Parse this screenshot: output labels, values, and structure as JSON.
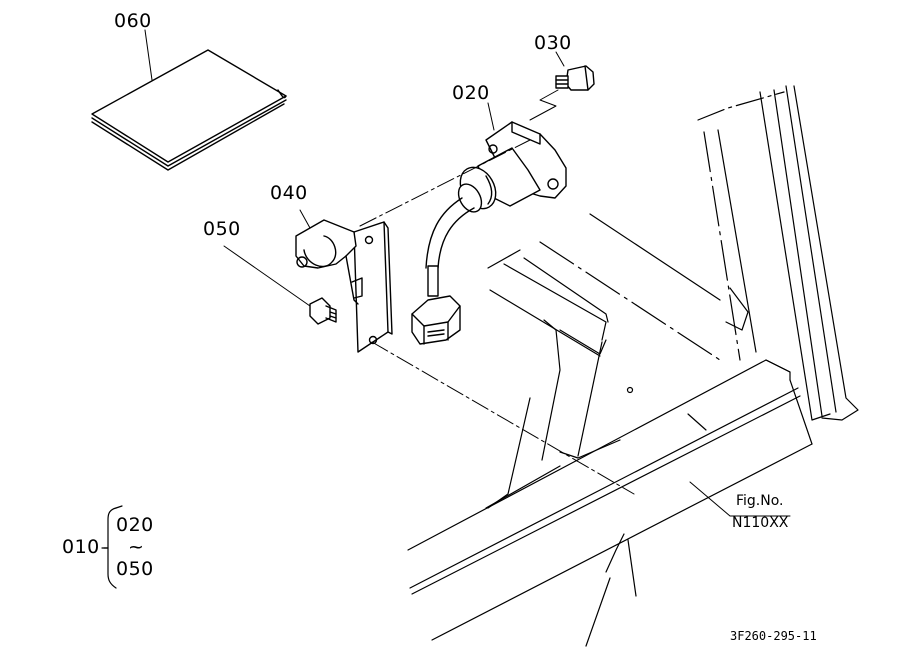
{
  "callouts": {
    "p060": "060",
    "p030": "030",
    "p020": "020",
    "p040": "040",
    "p050": "050"
  },
  "assembly": {
    "parent": "010",
    "range_start": "020",
    "range_tilde": "~",
    "range_end": "050"
  },
  "figure": {
    "label": "Fig.No.",
    "number": "N110XX"
  },
  "drawing_code": "3F260-295-11"
}
